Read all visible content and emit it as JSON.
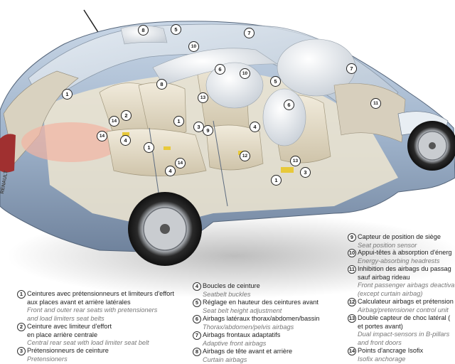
{
  "brand": "RENAULT",
  "legend": [
    {
      "num": "1",
      "fr": "Ceintures avec prétensionneurs et limiteurs d'effort",
      "fr2": "aux places avant et arrière latérales",
      "en": "Front and outer rear seats with pretensioners",
      "en2": "and load limiters seat belts"
    },
    {
      "num": "2",
      "fr": "Ceinture avec limiteur d'effort",
      "fr2": "en place arrière centrale",
      "en": "Central rear seat with load limiter seat belt",
      "en2": ""
    },
    {
      "num": "3",
      "fr": "Prétensionneurs de ceinture",
      "fr2": "",
      "en": "Pretensioners",
      "en2": ""
    },
    {
      "num": "4",
      "fr": "Boucles de ceinture",
      "fr2": "",
      "en": "Seatbelt buckles",
      "en2": ""
    },
    {
      "num": "5",
      "fr": "Réglage en hauteur des ceintures avant",
      "fr2": "",
      "en": "Seat belt height adjustment",
      "en2": ""
    },
    {
      "num": "6",
      "fr": "Airbags latéraux thorax/abdomen/bassin",
      "fr2": "",
      "en": "Thorax/abdomen/pelvis airbags",
      "en2": ""
    },
    {
      "num": "7",
      "fr": "Airbags frontaux adaptatifs",
      "fr2": "",
      "en": "Adaptive front airbags",
      "en2": ""
    },
    {
      "num": "8",
      "fr": "Airbags de tête avant et arrière",
      "fr2": "",
      "en": "Curtain airbags",
      "en2": ""
    },
    {
      "num": "9",
      "fr": "Capteur de position de siège",
      "fr2": "",
      "en": "Seat position sensor",
      "en2": ""
    },
    {
      "num": "10",
      "fr": "Appui-têtes à absorption d'énerg",
      "fr2": "",
      "en": "Energy-absorbing headrests",
      "en2": ""
    },
    {
      "num": "11",
      "fr": "Inhibition des airbags du passag",
      "fr2": "sauf airbag rideau",
      "en": "Front passenger airbags deactiva",
      "en2": "(except curtain airbag)"
    },
    {
      "num": "12",
      "fr": "Calculateur airbags et prétension",
      "fr2": "",
      "en": "Airbag/pretensioner control unit",
      "en2": ""
    },
    {
      "num": "13",
      "fr": "Double capteur de choc latéral (",
      "fr2": "et portes avant)",
      "en": "Dual impact-sensors in B-pillars",
      "en2": "and front doors"
    },
    {
      "num": "14",
      "fr": "Points d'ancrage Isofix",
      "fr2": "",
      "en": "Isofix anchorage",
      "en2": ""
    }
  ],
  "callouts": [
    "8",
    "5",
    "7",
    "10",
    "6",
    "10",
    "7",
    "1",
    "8",
    "13",
    "5",
    "2",
    "1",
    "6",
    "11",
    "14",
    "3",
    "9",
    "14",
    "4",
    "4",
    "1",
    "12",
    "14",
    "4",
    "13",
    "1",
    "3"
  ]
}
